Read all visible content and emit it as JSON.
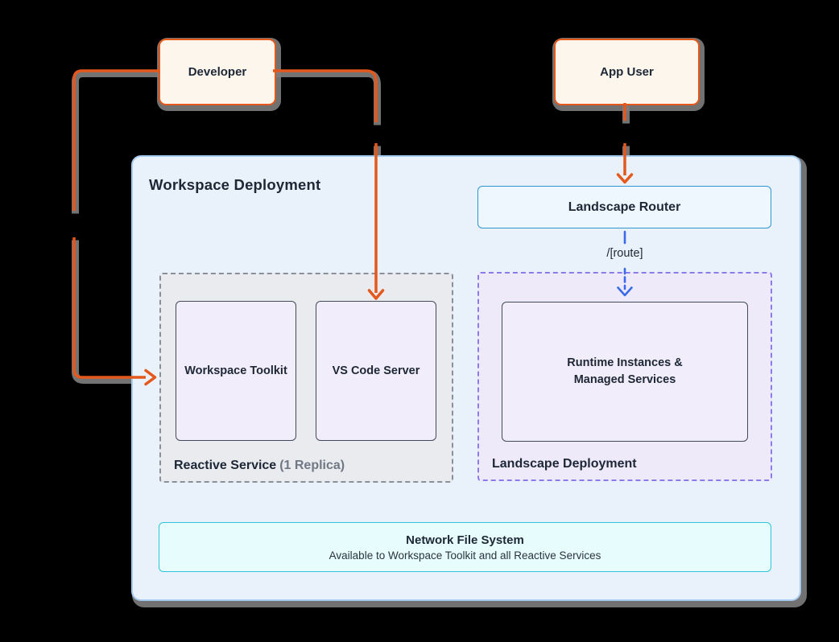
{
  "colors": {
    "orange": "#E4581C",
    "cream": "#FDF6EC",
    "container_bg": "#E9F1FB",
    "container_border": "#A7CAEF",
    "router_bg": "#EFF7FE",
    "router_border": "#2E96D2",
    "blue": "#3A6BE8",
    "gray_dash": "#8A9099",
    "reactive_bg": "#E9EBEE",
    "purple_dash": "#8C7CE9",
    "landscape_bg": "#EFEAFA",
    "inner_bg": "#F1EDFB",
    "inner_border": "#424B5B",
    "nfs_bg": "#E7FCFC",
    "nfs_border": "#2BC7D9",
    "text_dark": "#1D2736",
    "text_muted": "#6F7884",
    "shadow": "#7D7D7D"
  },
  "nodes": {
    "developer": {
      "label": "Developer"
    },
    "app_user": {
      "label": "App User"
    },
    "workspace_deployment": {
      "title": "Workspace Deployment"
    },
    "landscape_router": {
      "label": "Landscape Router"
    },
    "reactive_service": {
      "label": "Reactive Service",
      "replica_note": "(1 Replica)"
    },
    "workspace_toolkit": {
      "label": "Workspace Toolkit"
    },
    "vs_code_server": {
      "label": "VS Code Server"
    },
    "landscape_deployment": {
      "label": "Landscape Deployment"
    },
    "runtime_instances": {
      "label_line1": "Runtime Instances &",
      "label_line2": "Managed Services"
    },
    "network_file_system": {
      "title": "Network File System",
      "subtitle": "Available to Workspace Toolkit and all Reactive Services"
    }
  },
  "edges": {
    "route_label": "/[route]",
    "connections": [
      {
        "from": "developer",
        "to": "reactive_service",
        "style": "orange-solid-arrow"
      },
      {
        "from": "developer",
        "to": "vs_code_server",
        "style": "orange-solid-arrow"
      },
      {
        "from": "app_user",
        "to": "landscape_router",
        "style": "orange-solid-arrow"
      },
      {
        "from": "landscape_router",
        "to": "runtime_instances",
        "style": "blue-dashed-arrow",
        "label": "/[route]"
      }
    ]
  }
}
